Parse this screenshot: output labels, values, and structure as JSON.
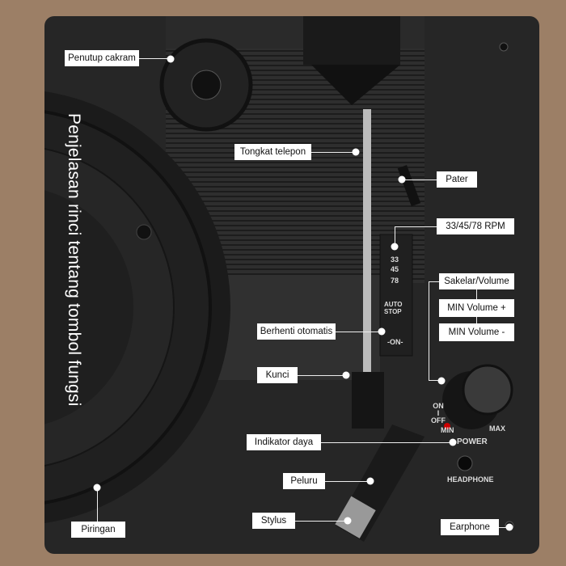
{
  "title": "Penjelasan rinci tentang tombol fungsi",
  "labels": {
    "disc_cover": "Penutup cakram",
    "tonearm": "Tongkat telepon",
    "lever": "Pater",
    "speed": "33/45/78 RPM",
    "switch_volume": "Sakelar/Volume",
    "volume_up": "MIN Volume +",
    "volume_down": "MIN Volume -",
    "auto_stop": "Berhenti otomatis",
    "lock": "Kunci",
    "power_indicator": "Indikator daya",
    "cartridge": "Peluru",
    "stylus": "Stylus",
    "platter": "Piringan",
    "earphone": "Earphone"
  },
  "device_text": {
    "on_off": "ON\nI\nOFF",
    "min": "MIN",
    "max": "MAX",
    "power": "POWER",
    "headphone": "HEADPHONE",
    "s33": "33",
    "s45": "45",
    "s78": "78",
    "auto_stop": "AUTO STOP",
    "on": "-ON-"
  }
}
